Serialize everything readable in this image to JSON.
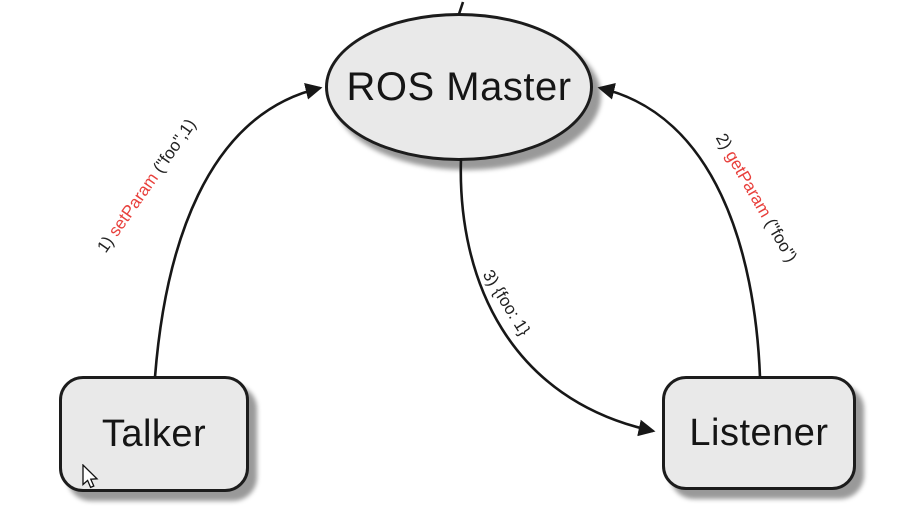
{
  "diagram": {
    "title_hint": "ROS parameter server communication diagram",
    "nodes": {
      "master": {
        "label": "ROS Master"
      },
      "talker": {
        "label": "Talker"
      },
      "listener": {
        "label": "Listener"
      }
    },
    "edges": {
      "setparam": {
        "prefix": "1) ",
        "method": "setParam",
        "args": " (\"foo\",1)",
        "from": "Talker",
        "to": "ROS Master"
      },
      "getparam": {
        "prefix": "2) ",
        "method": "getParam",
        "args": " (\"foo\")",
        "from": "Listener",
        "to": "ROS Master"
      },
      "value": {
        "label": "3) {foo: 1}",
        "from": "ROS Master",
        "to": "Listener"
      }
    },
    "colors": {
      "method_red": "#e8403c",
      "node_fill": "#e9e9e9",
      "node_border": "#1c1c1c",
      "edge_stroke": "#171717",
      "text": "#151515",
      "background": "#ffffff"
    },
    "cursor": "arrow-pointer"
  }
}
